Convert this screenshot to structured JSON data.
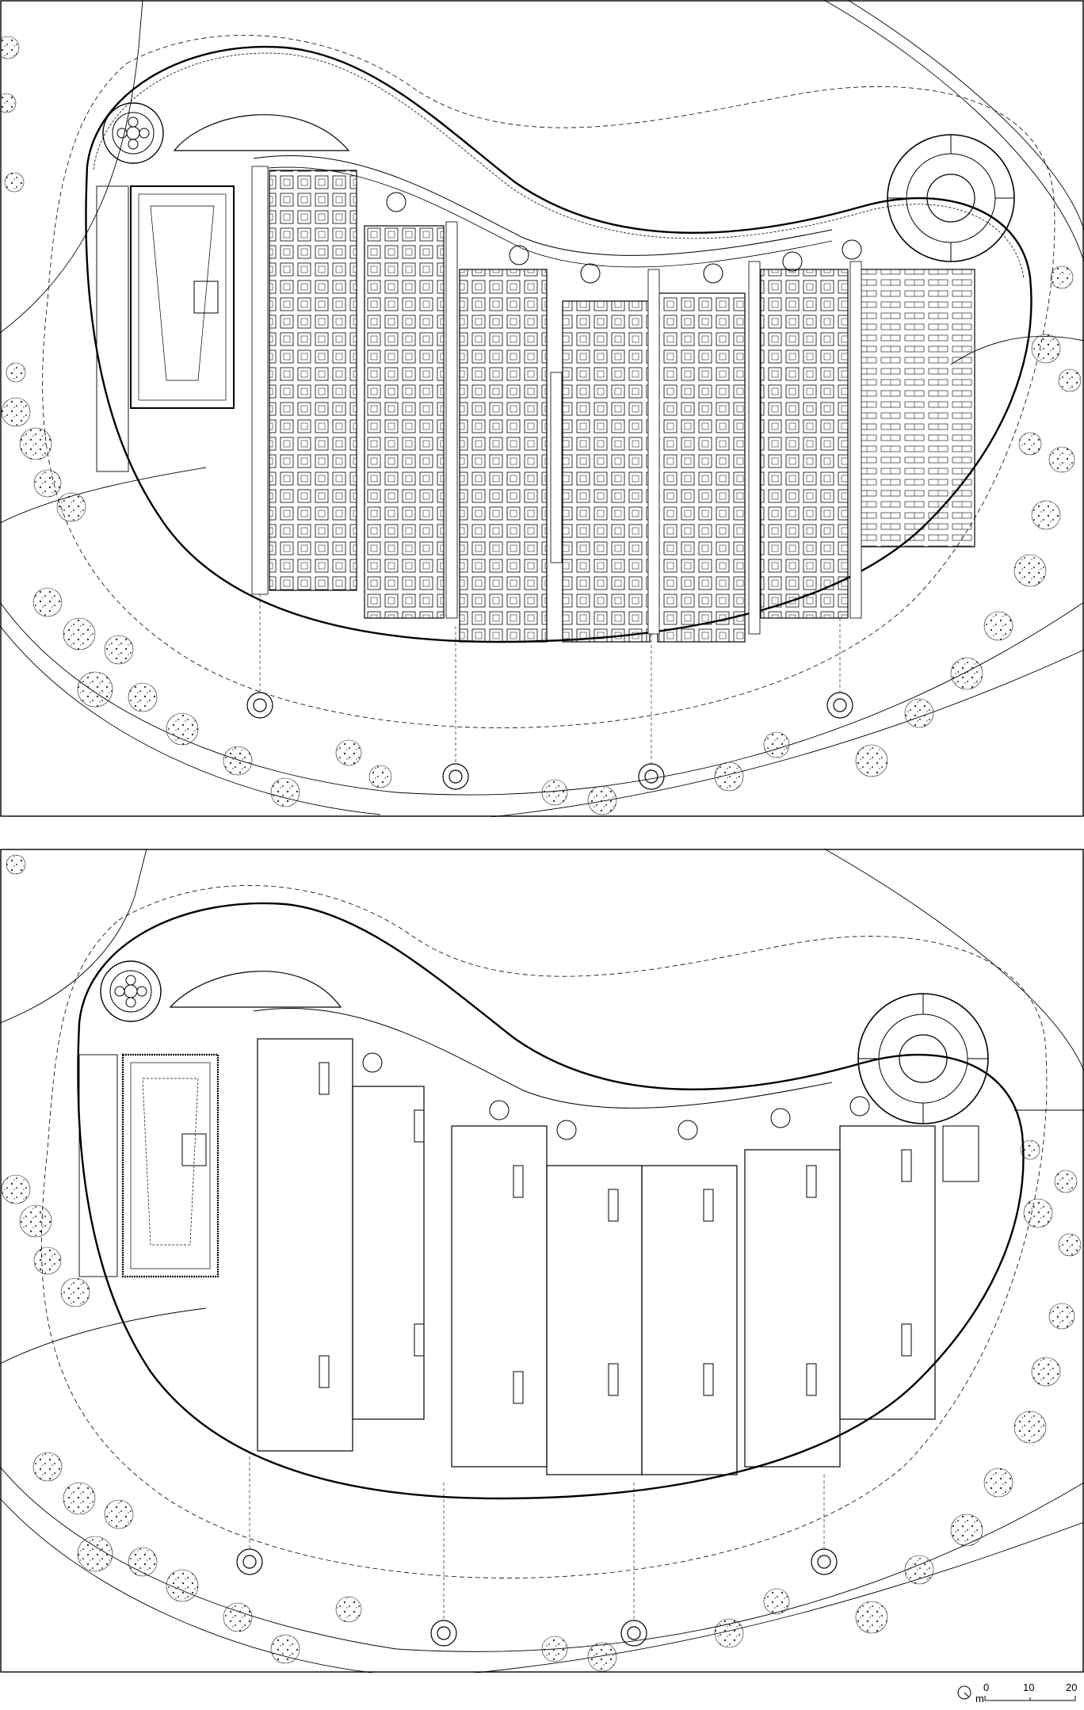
{
  "scale_bar": {
    "unit": "m",
    "ticks": [
      "0",
      "10",
      "20"
    ]
  }
}
